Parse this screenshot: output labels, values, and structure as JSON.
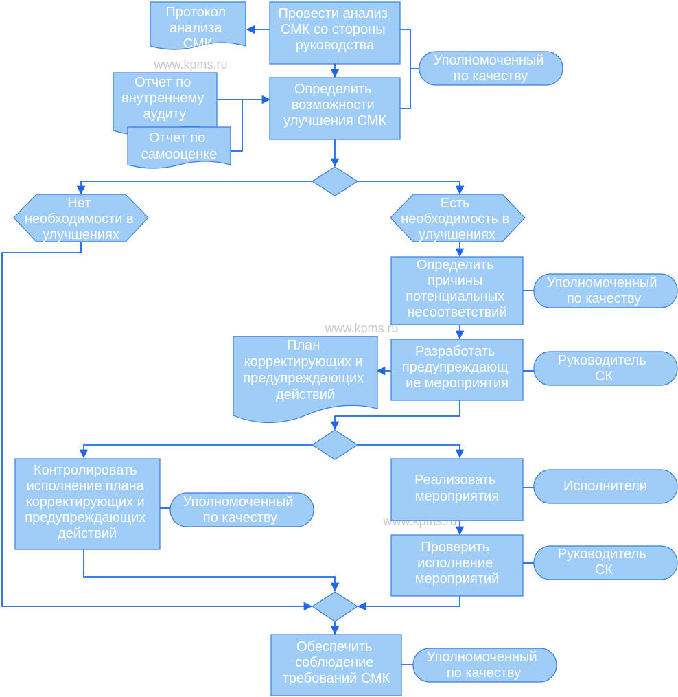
{
  "diagram": {
    "watermark": "www.kpms.ru",
    "nodes": {
      "conduct_review": [
        "Провести анализ",
        "СМК со стороны",
        "руководства"
      ],
      "review_protocol": [
        "Протокол",
        "анализа",
        "СМК"
      ],
      "quality_rep_1": [
        "Уполномоченный",
        "по качеству"
      ],
      "internal_audit_report": [
        "Отчет по",
        "внутреннему",
        "аудиту"
      ],
      "self_assessment_report": [
        "Отчет по",
        "самооценке"
      ],
      "define_improvement": [
        "Определить",
        "возможности",
        "улучшения СМК"
      ],
      "no_need": [
        "Нет",
        "необходимости в",
        "улучшениях"
      ],
      "need": [
        "Есть",
        "необходимость в",
        "улучшениях"
      ],
      "define_causes": [
        "Определить",
        "причины",
        "потенциальных",
        "несоответствий"
      ],
      "quality_rep_2": [
        "Уполномоченный",
        "по качеству"
      ],
      "action_plan": [
        "План",
        "корректирующих и",
        "предупреждающих",
        "действий"
      ],
      "develop_measures": [
        "Разработать",
        "предупреждающ",
        "ие мероприятия"
      ],
      "head_sk_1": [
        "Руководитель",
        "СК"
      ],
      "control_execution": [
        "Контролировать",
        "исполнение плана",
        "корректирующих и",
        "предупреждающих",
        "действий"
      ],
      "quality_rep_3": [
        "Уполномоченный",
        "по качеству"
      ],
      "implement_measures": [
        "Реализовать",
        "мероприятия"
      ],
      "executors": [
        "Исполнители"
      ],
      "verify_measures": [
        "Проверить",
        "исполнение",
        "мероприятий"
      ],
      "head_sk_2": [
        "Руководитель",
        "СК"
      ],
      "ensure_compliance": [
        "Обеспечить",
        "соблюдение",
        "требований СМК"
      ],
      "quality_rep_4": [
        "Уполномоченный",
        "по качеству"
      ]
    }
  }
}
